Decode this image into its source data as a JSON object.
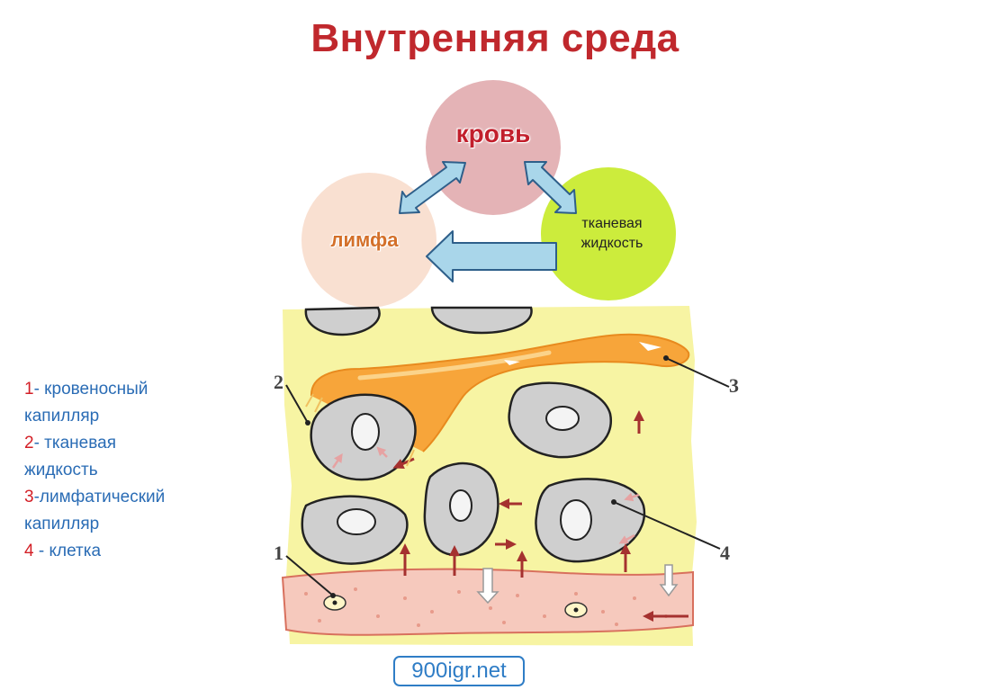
{
  "title": "Внутренняя среда",
  "circles": {
    "blood": "кровь",
    "lymph": "лимфа",
    "tissue_line1": "тканевая",
    "tissue_line2": "жидкость"
  },
  "legend": [
    {
      "num": "1",
      "text_a": "- кровеносный",
      "text_b": "капилляр"
    },
    {
      "num": "2",
      "text_a": "- тканевая",
      "text_b": "жидкость"
    },
    {
      "num": "3",
      "text_a": "-лимфатический",
      "text_b": "капилляр"
    },
    {
      "num": "4",
      "text_a": " - клетка",
      "text_b": ""
    }
  ],
  "diagram_labels": {
    "l1": "1",
    "l2": "2",
    "l3": "3",
    "l4": "4"
  },
  "source": "900igr.net",
  "colors": {
    "title": "#c0282d",
    "blood_circle": "#e4b3b6",
    "lymph_circle": "#f9e0d1",
    "tissue_circle": "#ccec3c",
    "tissue_fluid": "#f7f4a3",
    "lymph_vessel": "#f7a53a",
    "blood_vessel": "#f6c9bd",
    "cell": "#cfcfcf",
    "arrow": "#a9d6ea"
  }
}
